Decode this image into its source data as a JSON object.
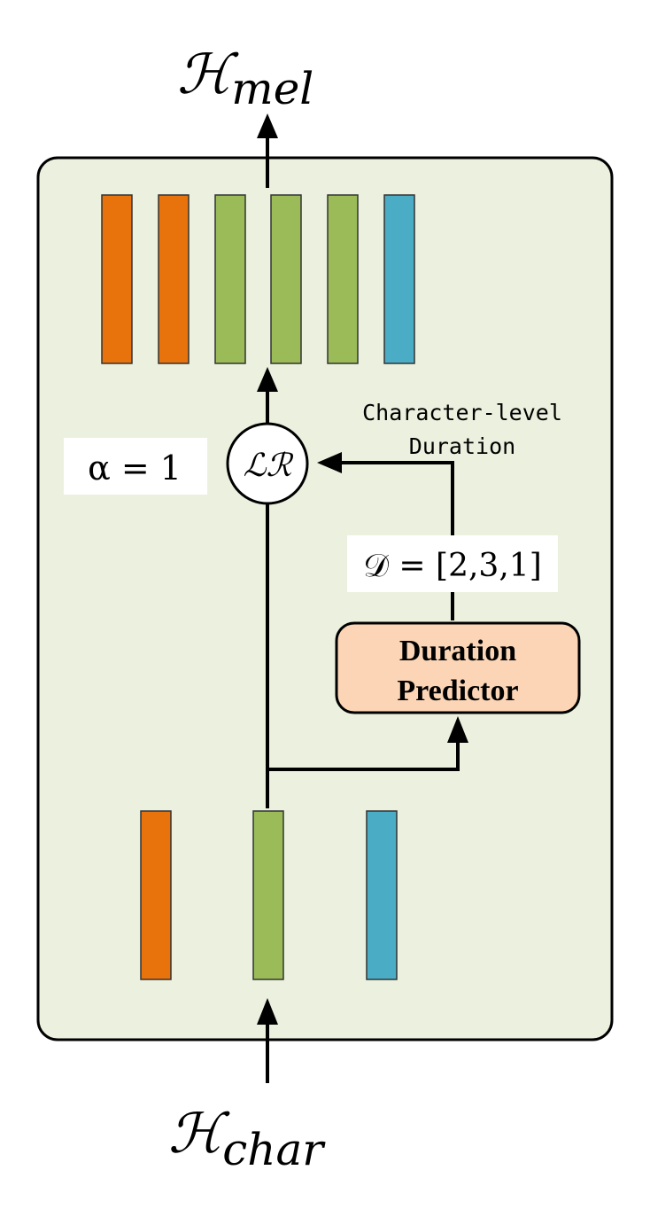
{
  "output_label": {
    "base": "ℋ",
    "sub": "mel"
  },
  "input_label": {
    "base": "ℋ",
    "sub": "char"
  },
  "alpha_label": "α = 1",
  "lr_label": "ℒℛ",
  "duration_caption": {
    "line1": "Character-level",
    "line2": "Duration"
  },
  "duration_value": "𝒟 = [2,3,1]",
  "predictor": {
    "line1": "Duration",
    "line2": "Predictor"
  },
  "colors": {
    "orange": "#E8720C",
    "green": "#9BBB59",
    "blue": "#4BACC6",
    "panel": "#EBF1DE",
    "predictor_fill": "#FBD5B5",
    "stroke": "#000000"
  },
  "output_sequence": [
    "orange",
    "orange",
    "green",
    "green",
    "green",
    "blue"
  ],
  "input_sequence": [
    "orange",
    "green",
    "blue"
  ]
}
